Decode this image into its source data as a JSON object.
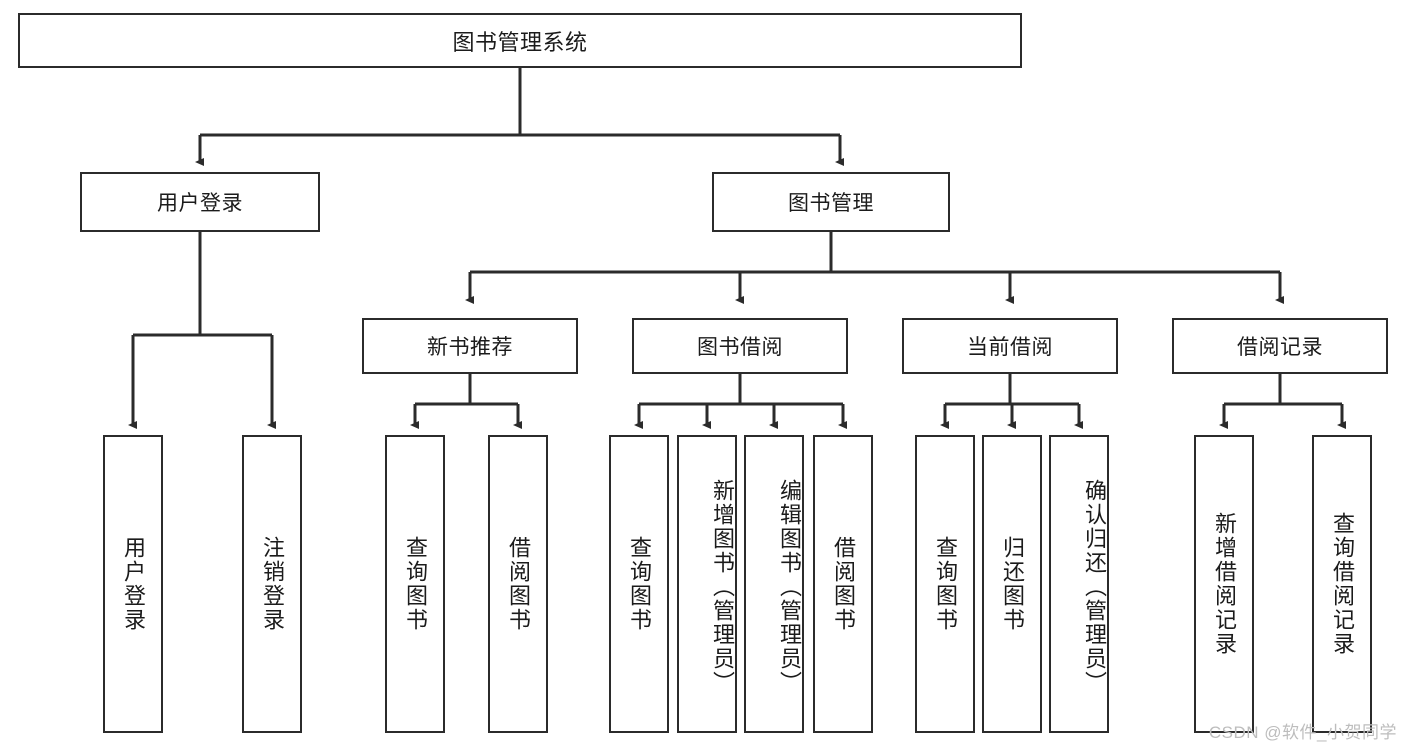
{
  "diagram": {
    "title": "图书管理系统",
    "type": "hierarchy-tree",
    "watermark": "CSDN @软件_小贺同学",
    "colors": {
      "stroke": "#2b2b2b",
      "fill": "#ffffff",
      "text": "#1b1b1b",
      "watermark": "#bdbdbd"
    },
    "root": {
      "label": "图书管理系统"
    },
    "level2": [
      {
        "id": "user-login",
        "label": "用户登录"
      },
      {
        "id": "book-management",
        "label": "图书管理"
      }
    ],
    "level3": [
      {
        "id": "new-book-recommend",
        "label": "新书推荐"
      },
      {
        "id": "book-borrow",
        "label": "图书借阅"
      },
      {
        "id": "current-borrow",
        "label": "当前借阅"
      },
      {
        "id": "borrow-record",
        "label": "借阅记录"
      }
    ],
    "leaves": {
      "user_login": [
        {
          "id": "leaf-user-login",
          "label": "用户登录"
        },
        {
          "id": "leaf-logout",
          "label": "注销登录"
        }
      ],
      "new_book_recommend": [
        {
          "id": "leaf-query-book-1",
          "label": "查询图书"
        },
        {
          "id": "leaf-borrow-book-1",
          "label": "借阅图书"
        }
      ],
      "book_borrow": [
        {
          "id": "leaf-query-book-2",
          "label": "查询图书"
        },
        {
          "id": "leaf-add-book",
          "label": "新增图书（管理员）"
        },
        {
          "id": "leaf-edit-book",
          "label": "编辑图书（管理员）"
        },
        {
          "id": "leaf-borrow-book-2",
          "label": "借阅图书"
        }
      ],
      "current_borrow": [
        {
          "id": "leaf-query-book-3",
          "label": "查询图书"
        },
        {
          "id": "leaf-return-book",
          "label": "归还图书"
        },
        {
          "id": "leaf-confirm-return",
          "label": "确认归还（管理员）"
        }
      ],
      "borrow_record": [
        {
          "id": "leaf-add-record",
          "label": "新增借阅记录"
        },
        {
          "id": "leaf-query-record",
          "label": "查询借阅记录"
        }
      ]
    }
  }
}
